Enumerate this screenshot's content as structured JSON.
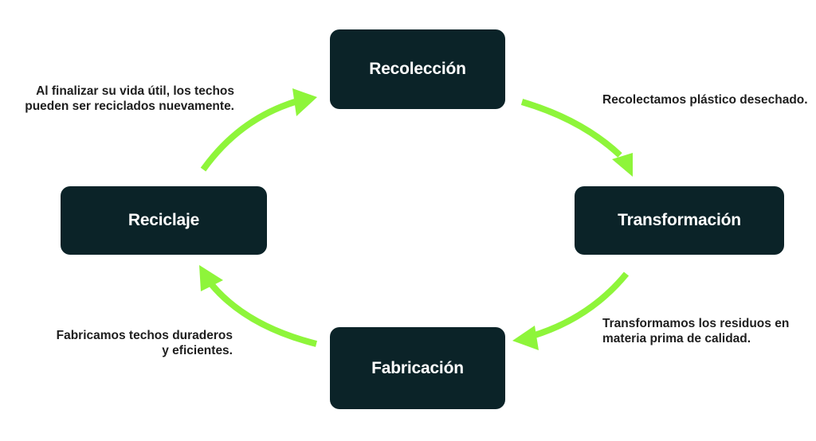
{
  "accent_color": "#8ef53a",
  "node_color": "#0b2328",
  "nodes": {
    "recoleccion": "Recolección",
    "transformacion": "Transformación",
    "fabricacion": "Fabricación",
    "reciclaje": "Reciclaje"
  },
  "notes": {
    "top_left": "Al finalizar su vida útil, los techos pueden ser reciclados nuevamente.",
    "top_right": "Recolectamos plástico desechado.",
    "bottom_right": "Transformamos los residuos en materia prima de calidad.",
    "bottom_left": "Fabricamos techos duraderos y eficientes."
  }
}
